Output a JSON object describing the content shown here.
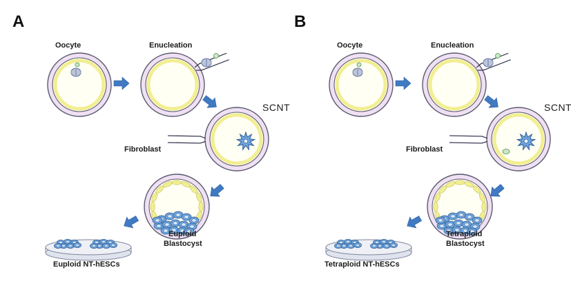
{
  "panels": [
    {
      "letter": "A",
      "oocyte": "Oocyte",
      "enucleation": "Enucleation",
      "scnt": "SCNT",
      "fibroblast": "Fibroblast",
      "blastocyst_line1": "Euploid",
      "blastocyst_line2": "Blastocyst",
      "cells": "Euploid  NT-hESCs"
    },
    {
      "letter": "B",
      "oocyte": "Oocyte",
      "enucleation": "Enucleation",
      "scnt": "SCNT",
      "fibroblast": "Fibroblast",
      "blastocyst_line1": "Tetraploid",
      "blastocyst_line2": "Blastocyst",
      "cells": "Tetraploid  NT-hESCs"
    }
  ],
  "colors": {
    "zona": "#efe0f4",
    "outline": "#5a5a6e",
    "cytoplasm": "#fffff4",
    "membrane": "#f2ee92",
    "arrow": "#3f7ac2",
    "cell_fill": "#6fa3dc",
    "nucleus_green": "#c9e8c4",
    "dish_fill": "#eef0f6"
  }
}
